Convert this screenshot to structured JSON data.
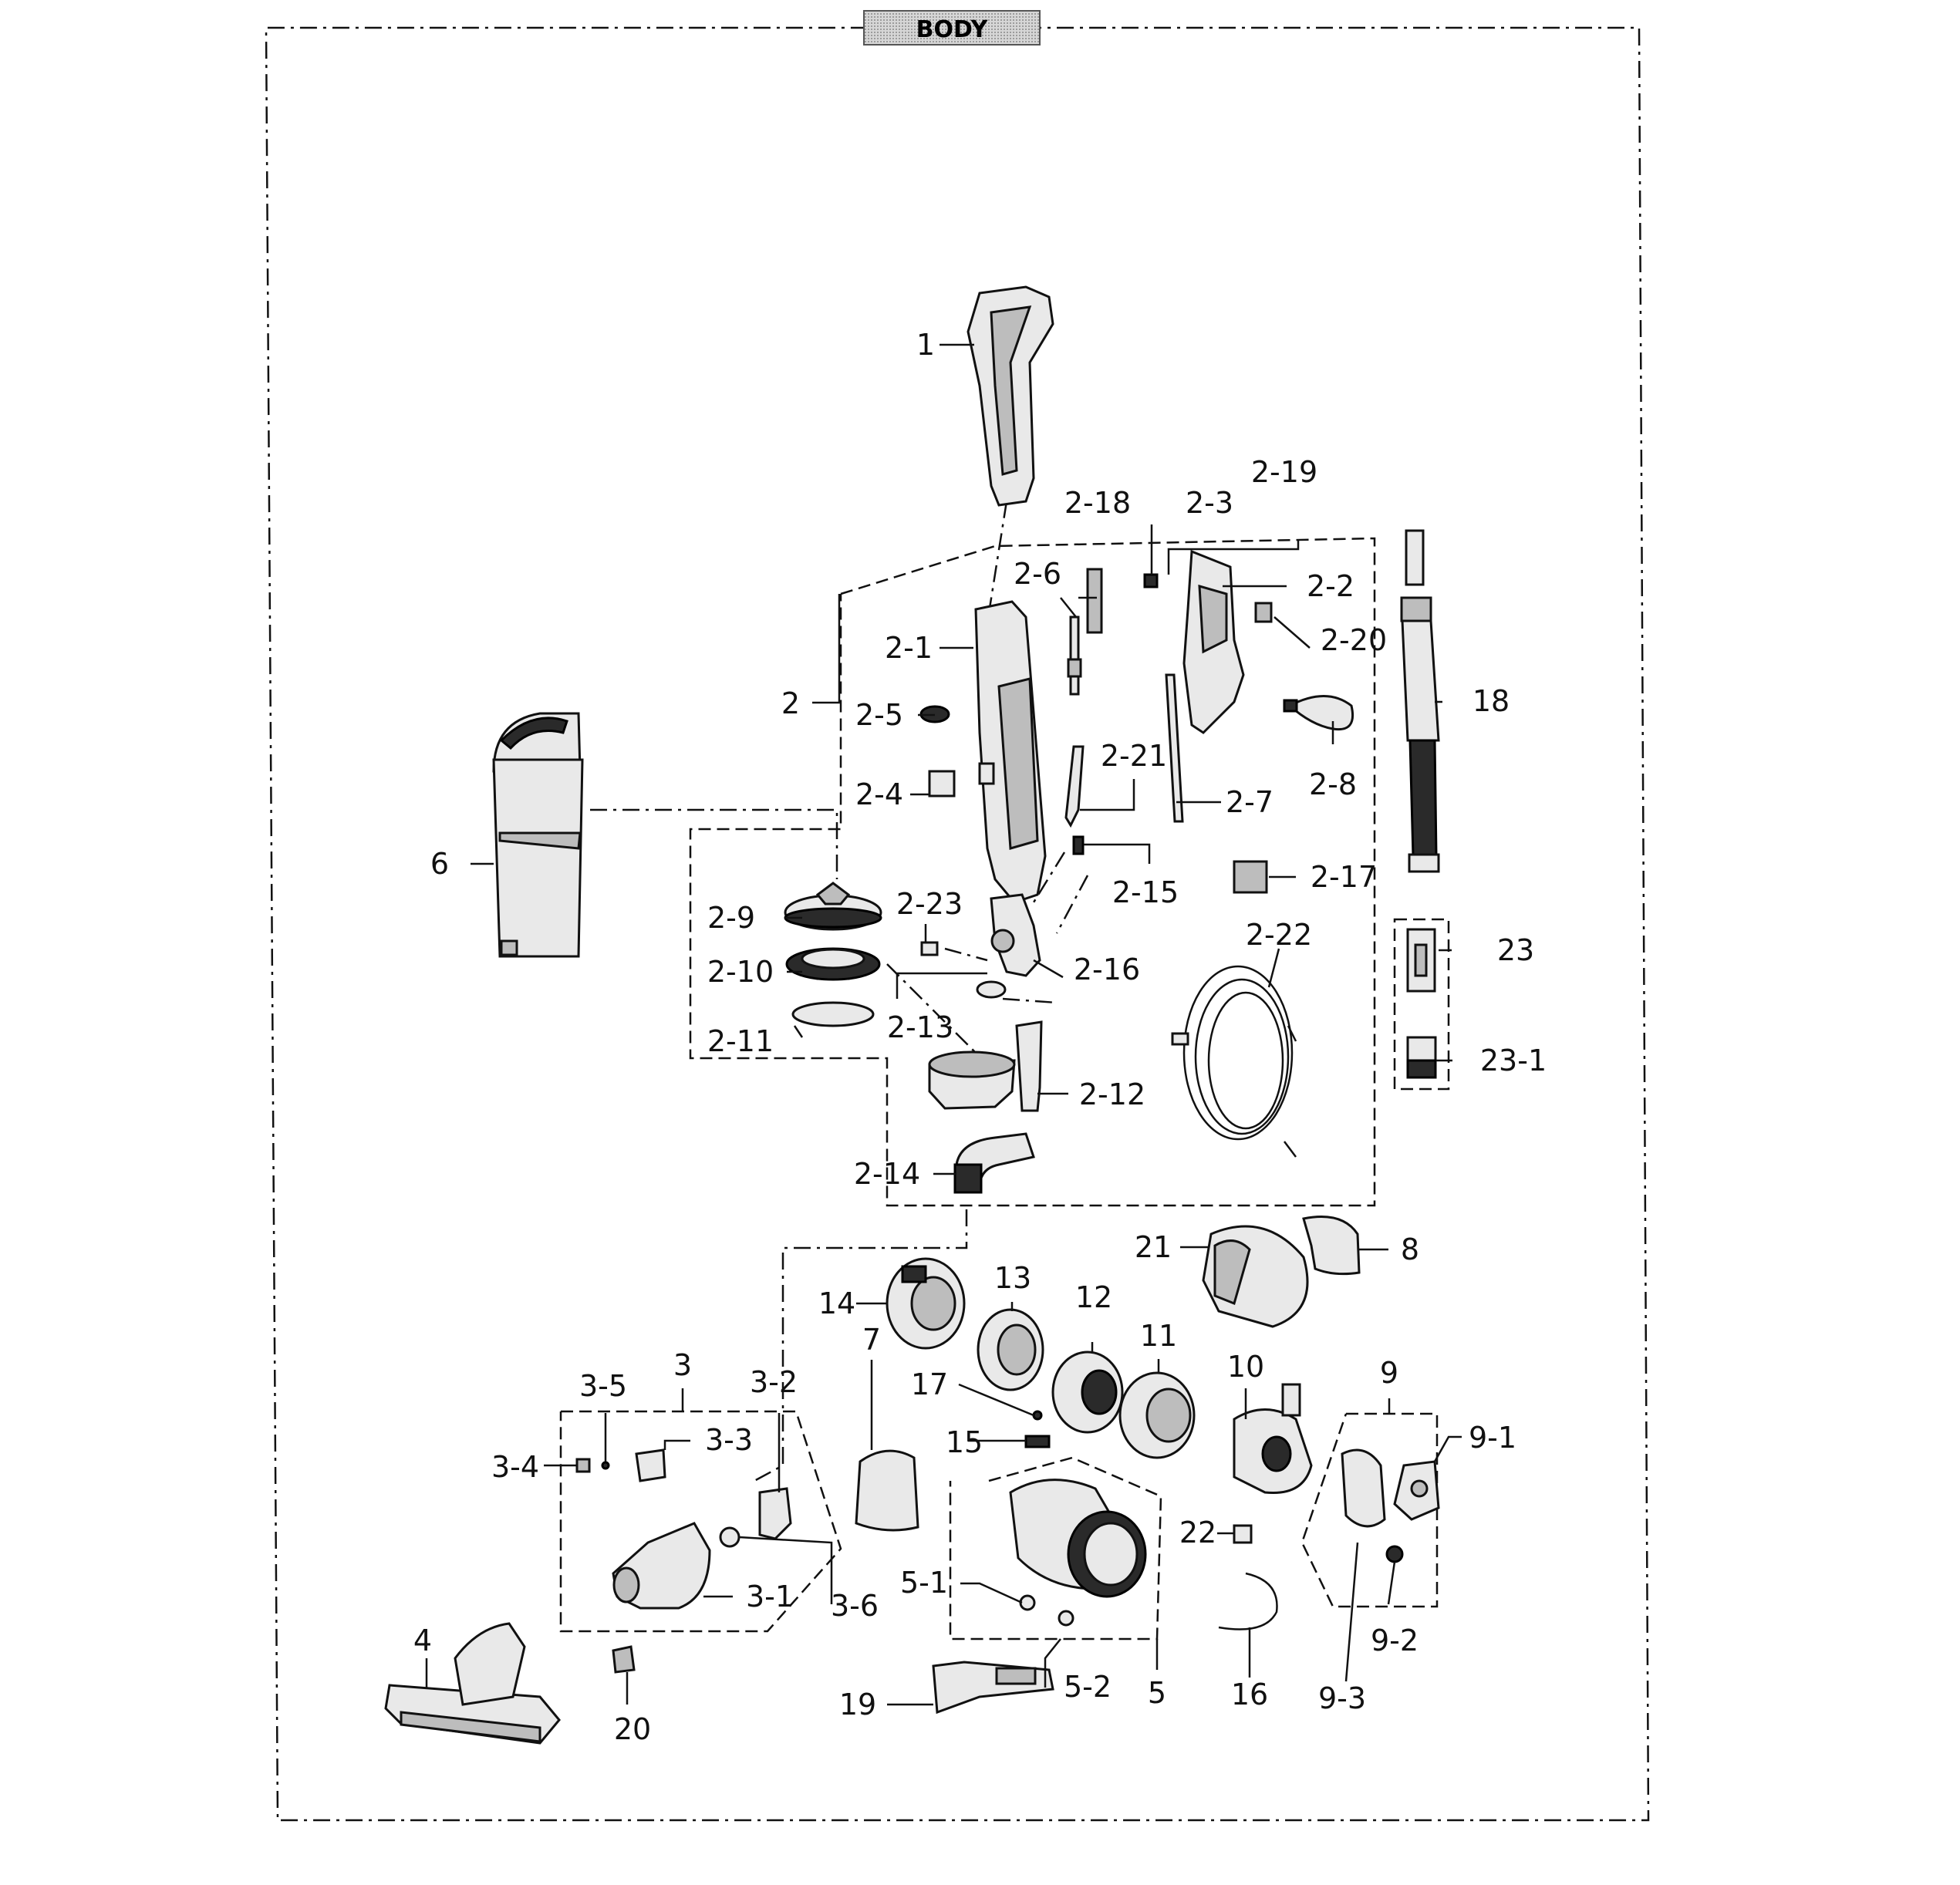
{
  "header": {
    "title": "BODY"
  },
  "labels": {
    "p1": "1",
    "p2": "2",
    "p2_1": "2-1",
    "p2_2": "2-2",
    "p2_3": "2-3",
    "p2_4": "2-4",
    "p2_5": "2-5",
    "p2_6": "2-6",
    "p2_7": "2-7",
    "p2_8": "2-8",
    "p2_9": "2-9",
    "p2_10": "2-10",
    "p2_11": "2-11",
    "p2_12": "2-12",
    "p2_13": "2-13",
    "p2_14": "2-14",
    "p2_15": "2-15",
    "p2_16": "2-16",
    "p2_17": "2-17",
    "p2_18": "2-18",
    "p2_19": "2-19",
    "p2_20": "2-20",
    "p2_21": "2-21",
    "p2_22": "2-22",
    "p2_23": "2-23",
    "p3": "3",
    "p3_1": "3-1",
    "p3_2": "3-2",
    "p3_3": "3-3",
    "p3_4": "3-4",
    "p3_5": "3-5",
    "p3_6": "3-6",
    "p4": "4",
    "p5": "5",
    "p5_1": "5-1",
    "p5_2": "5-2",
    "p6": "6",
    "p7": "7",
    "p8": "8",
    "p9": "9",
    "p9_1": "9-1",
    "p9_2": "9-2",
    "p9_3": "9-3",
    "p10": "10",
    "p11": "11",
    "p12": "12",
    "p13": "13",
    "p14": "14",
    "p15": "15",
    "p16": "16",
    "p17": "17",
    "p18": "18",
    "p19": "19",
    "p20": "20",
    "p21": "21",
    "p22": "22",
    "p23": "23",
    "p23_1": "23-1"
  },
  "colors": {
    "line": "#111111",
    "part_fill": "#e9e9e9",
    "part_shade": "#bdbdbd",
    "title_fill": "#bfbfbf"
  }
}
